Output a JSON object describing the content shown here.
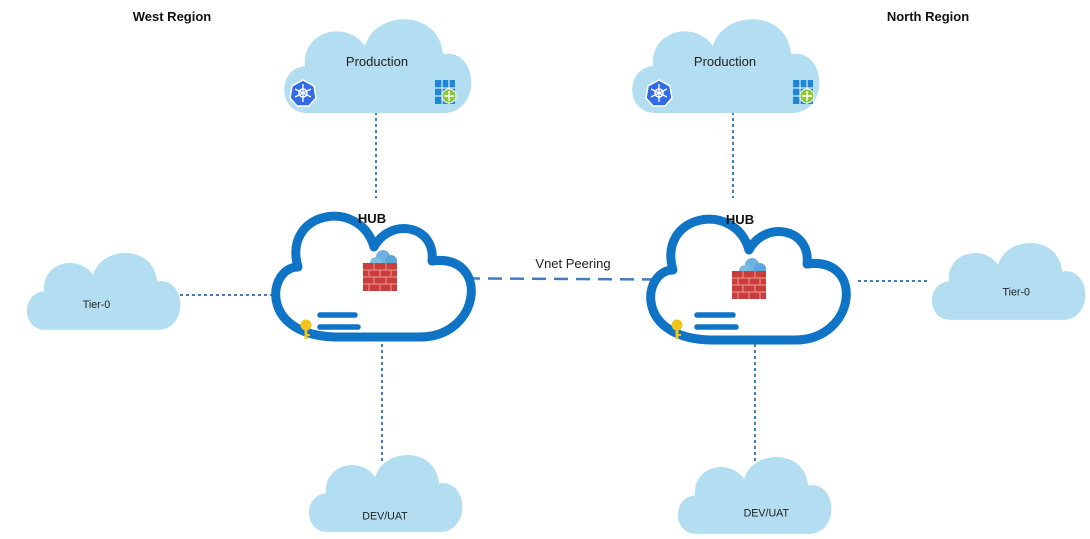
{
  "colors": {
    "light_cloud": "#b3def2",
    "hub_outline": "#0f73c6",
    "connector": "#3f7ec5",
    "firewall": "#c93d3a",
    "key": "#f0c419"
  },
  "regions": [
    {
      "title": "West Region",
      "production": {
        "label": "Production",
        "icons": [
          "kubernetes-icon",
          "container-registry-icon"
        ]
      },
      "hub": {
        "label": "HUB",
        "icons": [
          "firewall-icon",
          "key-icon",
          "vnet-icon"
        ]
      },
      "tier0": {
        "label": "Tier-0"
      },
      "devuat": {
        "label": "DEV/UAT"
      }
    },
    {
      "title": "North Region",
      "production": {
        "label": "Production",
        "icons": [
          "kubernetes-icon",
          "container-registry-icon"
        ]
      },
      "hub": {
        "label": "HUB",
        "icons": [
          "firewall-icon",
          "key-icon",
          "vnet-icon"
        ]
      },
      "tier0": {
        "label": "Tier-0"
      },
      "devuat": {
        "label": "DEV/UAT"
      }
    }
  ],
  "peering": {
    "label": "Vnet Peering"
  }
}
